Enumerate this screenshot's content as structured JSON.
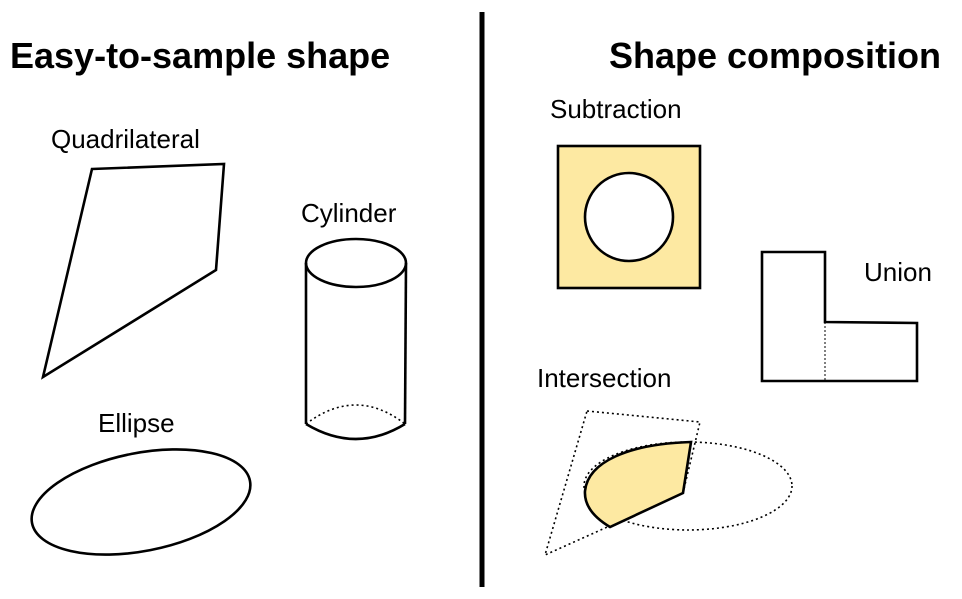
{
  "left_section": {
    "heading": "Easy-to-sample shape",
    "shapes": {
      "quadrilateral": "Quadrilateral",
      "cylinder": "Cylinder",
      "ellipse": "Ellipse"
    }
  },
  "right_section": {
    "heading": "Shape composition",
    "operations": {
      "subtraction": "Subtraction",
      "union": "Union",
      "intersection": "Intersection"
    }
  },
  "colors": {
    "fill_highlight": "#fde9a2",
    "stroke": "#000000",
    "background": "#ffffff"
  }
}
